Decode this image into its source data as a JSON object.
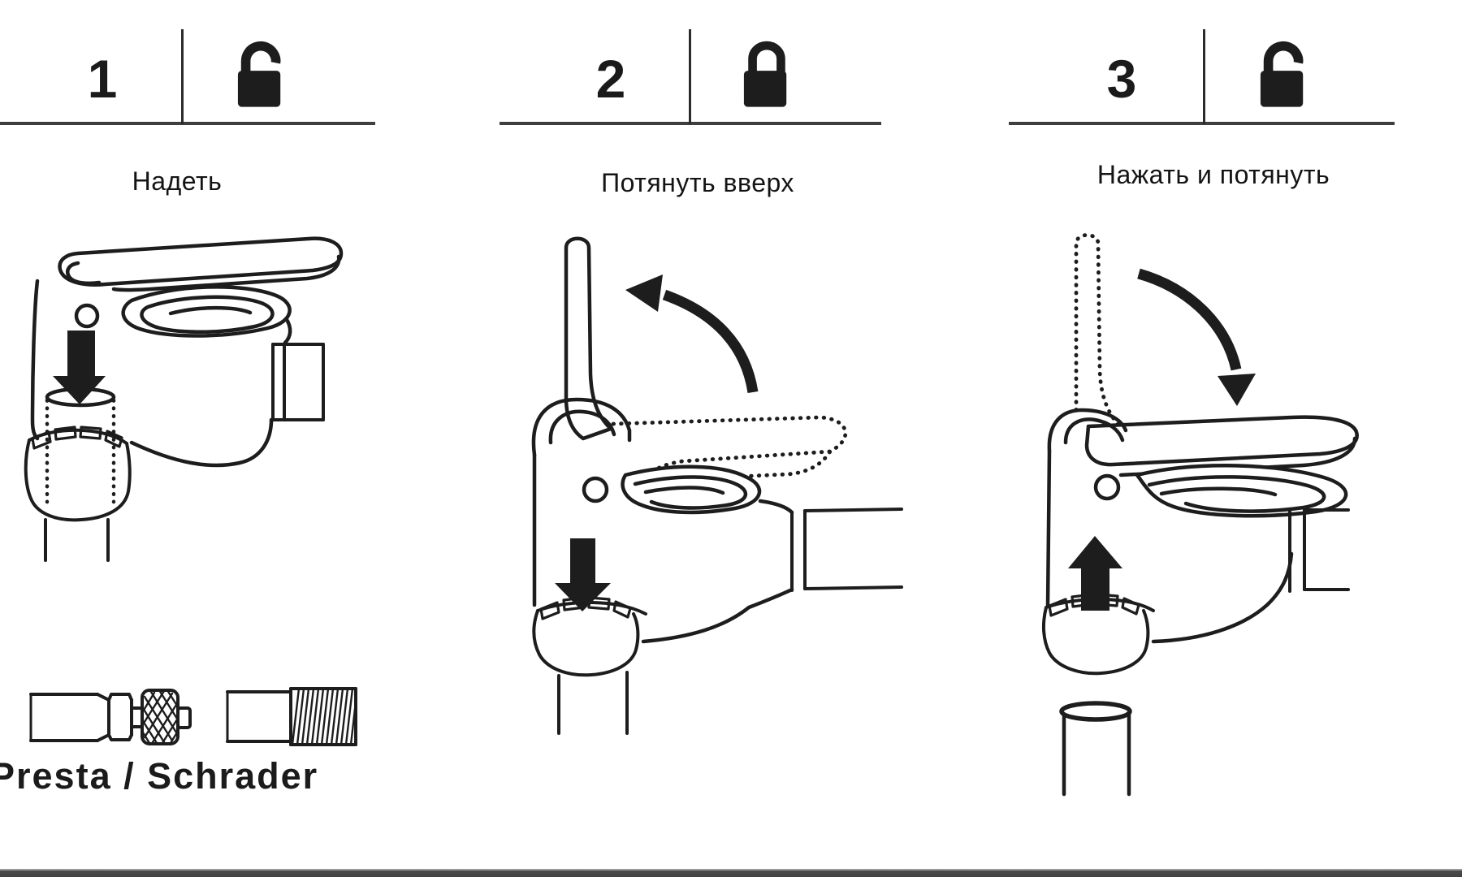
{
  "page": {
    "background": "#ffffff",
    "ink_color": "#1d1d1d",
    "header_line_color": "#3f3f3f",
    "bottom_bar_color": "#4b4b4b"
  },
  "steps": [
    {
      "number": "1",
      "lock": "unlocked",
      "label": "Надеть"
    },
    {
      "number": "2",
      "lock": "locked",
      "label": "Потянуть вверх"
    },
    {
      "number": "3",
      "lock": "unlocked",
      "label": "Нажать и потянуть"
    }
  ],
  "footer": {
    "valve_types_label": "Presta / Schrader"
  }
}
